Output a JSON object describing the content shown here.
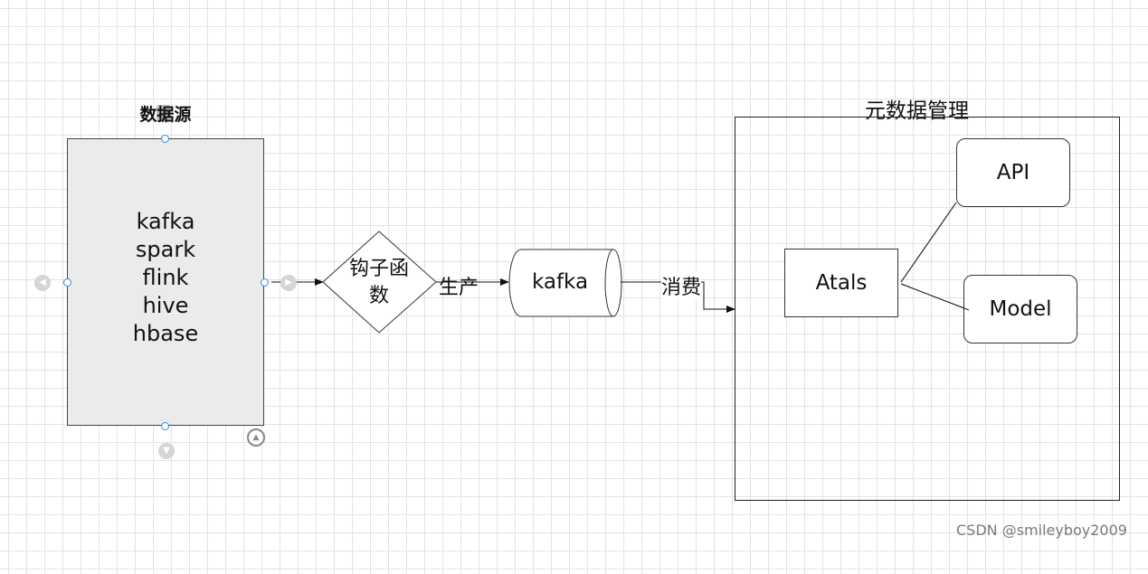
{
  "data_source": {
    "title": "数据源",
    "items": [
      "kafka",
      "spark",
      "flink",
      "hive",
      "hbase"
    ]
  },
  "hook": {
    "line1": "钩子函",
    "line2": "数"
  },
  "produce_label": "生产",
  "queue_label": "kafka",
  "consume_label": "消费",
  "metadata": {
    "title": "元数据管理",
    "core_label": "Atals",
    "api_label": "API",
    "model_label": "Model"
  },
  "watermark": "CSDN @smileyboy2009",
  "colors": {
    "source_fill": "#ebebeb",
    "handle": "#3a86d8",
    "grid": "#e3e3e3",
    "line": "#222222"
  },
  "icons": {
    "selection_handles": "circle",
    "nav_arrows": [
      "arrow-left-icon",
      "arrow-right-icon",
      "arrow-down-icon",
      "rotate-icon"
    ]
  }
}
